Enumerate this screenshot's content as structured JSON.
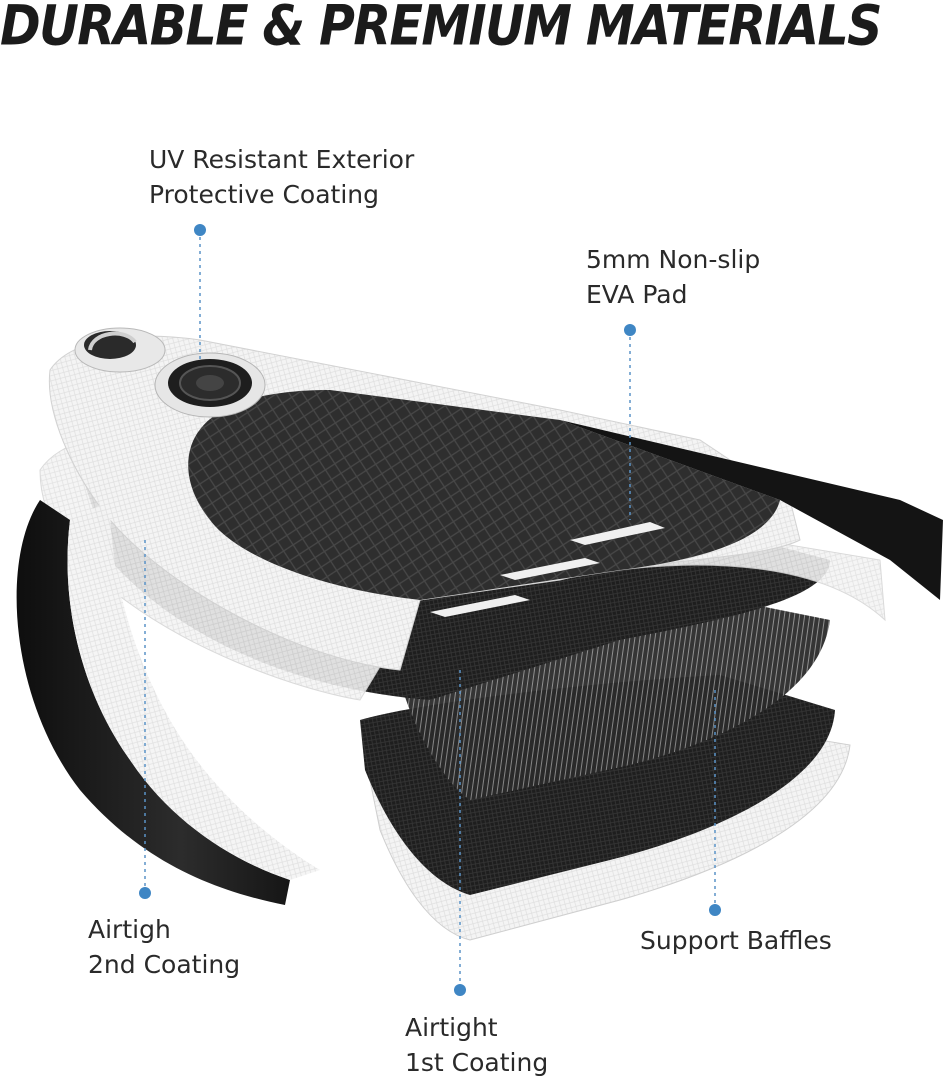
{
  "headline": "DURABLE & PREMIUM MATERIALS",
  "colors": {
    "leader_dot": "#3f86c4",
    "leader_line": "#5b93c7",
    "coating_black": "#1c1c1c",
    "coating_white": "#f2f2f2",
    "deck_pad": "#2f2f2f"
  },
  "callouts": {
    "uv_exterior": {
      "line1": "UV Resistant Exterior",
      "line2": "Protective Coating"
    },
    "eva_pad": {
      "line1": "5mm Non-slip",
      "line2": "EVA Pad"
    },
    "second_coating": {
      "line1": "Airtigh",
      "line2": "2nd Coating"
    },
    "first_coating": {
      "line1": "Airtight",
      "line2": "1st Coating"
    },
    "baffles": {
      "line1": "Support Baffles"
    }
  },
  "icons": [
    "d-ring-icon",
    "air-valve-icon"
  ]
}
